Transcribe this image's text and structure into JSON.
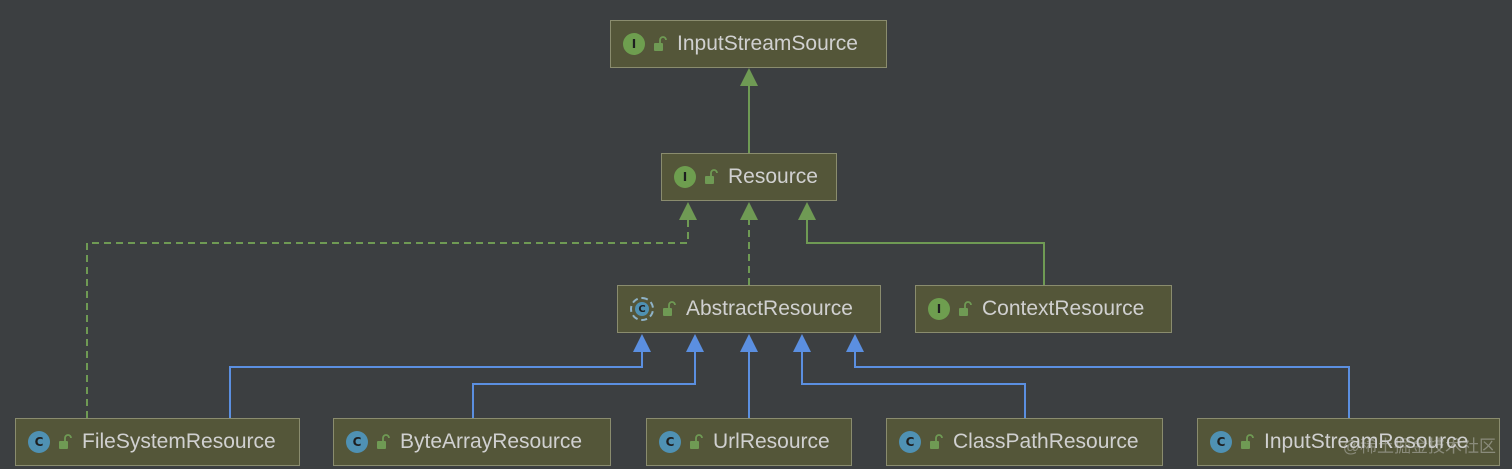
{
  "colors": {
    "background": "#3c3f41",
    "node_fill": "#545639",
    "node_border": "#8a8c6e",
    "extends_edge": "#6f9a54",
    "implements_edge": "#6f9a54",
    "class_extends_edge": "#5b8fe0"
  },
  "nodes": [
    {
      "id": "inputstreamsource",
      "label": "InputStreamSource",
      "kind": "interface",
      "kind_letter": "I"
    },
    {
      "id": "resource",
      "label": "Resource",
      "kind": "interface",
      "kind_letter": "I"
    },
    {
      "id": "abstractresource",
      "label": "AbstractResource",
      "kind": "abstract",
      "kind_letter": "C"
    },
    {
      "id": "contextresource",
      "label": "ContextResource",
      "kind": "interface",
      "kind_letter": "I"
    },
    {
      "id": "filesystemresource",
      "label": "FileSystemResource",
      "kind": "class",
      "kind_letter": "C"
    },
    {
      "id": "bytearrayresource",
      "label": "ByteArrayResource",
      "kind": "class",
      "kind_letter": "C"
    },
    {
      "id": "urlresource",
      "label": "UrlResource",
      "kind": "class",
      "kind_letter": "C"
    },
    {
      "id": "classpathresource",
      "label": "ClassPathResource",
      "kind": "class",
      "kind_letter": "C"
    },
    {
      "id": "inputstreamresource",
      "label": "InputStreamResource",
      "kind": "class",
      "kind_letter": "C"
    }
  ],
  "edges": [
    {
      "from": "resource",
      "to": "inputstreamsource",
      "type": "extends-interface"
    },
    {
      "from": "contextresource",
      "to": "resource",
      "type": "extends-interface"
    },
    {
      "from": "abstractresource",
      "to": "resource",
      "type": "implements"
    },
    {
      "from": "filesystemresource",
      "to": "resource",
      "type": "implements"
    },
    {
      "from": "filesystemresource",
      "to": "abstractresource",
      "type": "extends-class"
    },
    {
      "from": "bytearrayresource",
      "to": "abstractresource",
      "type": "extends-class"
    },
    {
      "from": "urlresource",
      "to": "abstractresource",
      "type": "extends-class"
    },
    {
      "from": "classpathresource",
      "to": "abstractresource",
      "type": "extends-class"
    },
    {
      "from": "inputstreamresource",
      "to": "abstractresource",
      "type": "extends-class"
    }
  ],
  "watermark": "@稀土掘金技术社区"
}
